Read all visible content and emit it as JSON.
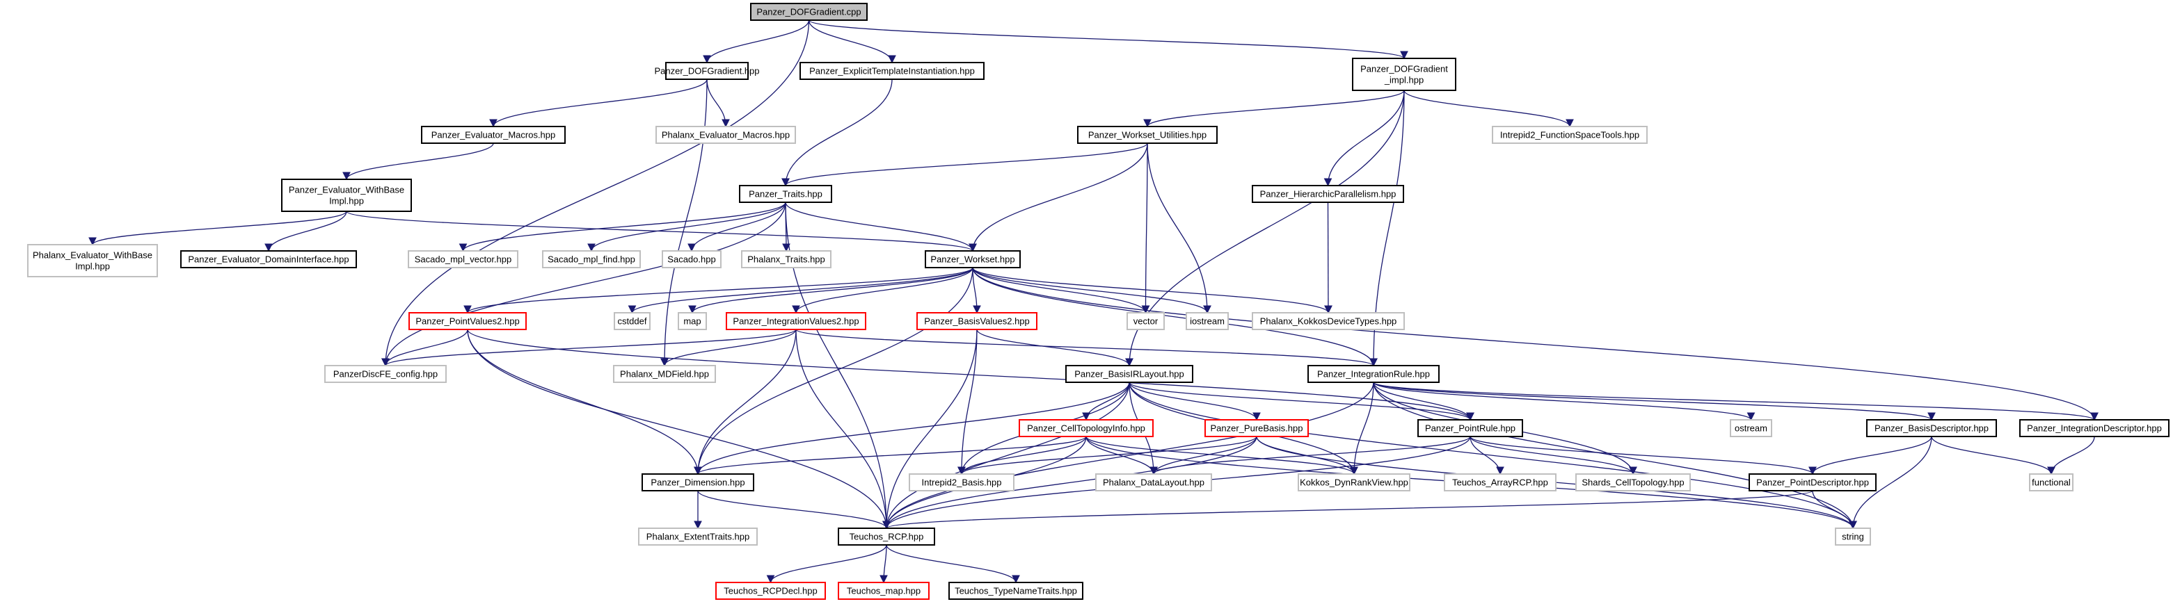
{
  "colors": {
    "edge": "#191970",
    "border_defined": "#000000",
    "border_undocumented": "#ff0000",
    "border_external": "#bfbfbf",
    "root_fill": "#bfbfbf",
    "text": "#000000",
    "text_external": "#000000"
  },
  "nodes": [
    {
      "id": "root",
      "lines": [
        "Panzer_DOFGradient.cpp"
      ],
      "style": "root"
    },
    {
      "id": "dofgrad_hpp",
      "lines": [
        "Panzer_DOFGradient.hpp"
      ],
      "style": "defined"
    },
    {
      "id": "explicit",
      "lines": [
        "Panzer_ExplicitTemplateInstantiation.hpp"
      ],
      "style": "defined"
    },
    {
      "id": "dofgrad_impl",
      "lines": [
        "Panzer_DOFGradient",
        "_impl.hpp"
      ],
      "style": "defined"
    },
    {
      "id": "eval_macros",
      "lines": [
        "Panzer_Evaluator_Macros.hpp"
      ],
      "style": "defined"
    },
    {
      "id": "phalanx_eval_macros",
      "lines": [
        "Phalanx_Evaluator_Macros.hpp"
      ],
      "style": "external"
    },
    {
      "id": "workset_utils",
      "lines": [
        "Panzer_Workset_Utilities.hpp"
      ],
      "style": "defined"
    },
    {
      "id": "intrepid2_fst",
      "lines": [
        "Intrepid2_FunctionSpaceTools.hpp"
      ],
      "style": "external"
    },
    {
      "id": "eval_withbase",
      "lines": [
        "Panzer_Evaluator_WithBase",
        "Impl.hpp"
      ],
      "style": "defined"
    },
    {
      "id": "traits",
      "lines": [
        "Panzer_Traits.hpp"
      ],
      "style": "defined"
    },
    {
      "id": "hier_par",
      "lines": [
        "Panzer_HierarchicParallelism.hpp"
      ],
      "style": "defined"
    },
    {
      "id": "phalanx_eval_withbase",
      "lines": [
        "Phalanx_Evaluator_WithBase",
        "Impl.hpp"
      ],
      "style": "external"
    },
    {
      "id": "eval_domain",
      "lines": [
        "Panzer_Evaluator_DomainInterface.hpp"
      ],
      "style": "defined"
    },
    {
      "id": "sacado_vector",
      "lines": [
        "Sacado_mpl_vector.hpp"
      ],
      "style": "external"
    },
    {
      "id": "sacado_find",
      "lines": [
        "Sacado_mpl_find.hpp"
      ],
      "style": "external"
    },
    {
      "id": "sacado",
      "lines": [
        "Sacado.hpp"
      ],
      "style": "external"
    },
    {
      "id": "phalanx_traits",
      "lines": [
        "Phalanx_Traits.hpp"
      ],
      "style": "external"
    },
    {
      "id": "workset",
      "lines": [
        "Panzer_Workset.hpp"
      ],
      "style": "defined"
    },
    {
      "id": "pointvalues2",
      "lines": [
        "Panzer_PointValues2.hpp"
      ],
      "style": "undocumented"
    },
    {
      "id": "cstddef",
      "lines": [
        "cstddef"
      ],
      "style": "external"
    },
    {
      "id": "map",
      "lines": [
        "map"
      ],
      "style": "external"
    },
    {
      "id": "intvalues2",
      "lines": [
        "Panzer_IntegrationValues2.hpp"
      ],
      "style": "undocumented"
    },
    {
      "id": "basisvalues2",
      "lines": [
        "Panzer_BasisValues2.hpp"
      ],
      "style": "undocumented"
    },
    {
      "id": "vector",
      "lines": [
        "vector"
      ],
      "style": "external"
    },
    {
      "id": "iostream",
      "lines": [
        "iostream"
      ],
      "style": "external"
    },
    {
      "id": "kokkos_dev",
      "lines": [
        "Phalanx_KokkosDeviceTypes.hpp"
      ],
      "style": "external"
    },
    {
      "id": "discfe",
      "lines": [
        "PanzerDiscFE_config.hpp"
      ],
      "style": "external"
    },
    {
      "id": "mdfield",
      "lines": [
        "Phalanx_MDField.hpp"
      ],
      "style": "external"
    },
    {
      "id": "basisir",
      "lines": [
        "Panzer_BasisIRLayout.hpp"
      ],
      "style": "defined"
    },
    {
      "id": "intrule",
      "lines": [
        "Panzer_IntegrationRule.hpp"
      ],
      "style": "defined"
    },
    {
      "id": "ostream",
      "lines": [
        "ostream"
      ],
      "style": "external"
    },
    {
      "id": "basisdesc",
      "lines": [
        "Panzer_BasisDescriptor.hpp"
      ],
      "style": "defined"
    },
    {
      "id": "intdesc",
      "lines": [
        "Panzer_IntegrationDescriptor.hpp"
      ],
      "style": "defined"
    },
    {
      "id": "celltopo",
      "lines": [
        "Panzer_CellTopologyInfo.hpp"
      ],
      "style": "undocumented"
    },
    {
      "id": "purebasis",
      "lines": [
        "Panzer_PureBasis.hpp"
      ],
      "style": "undocumented"
    },
    {
      "id": "pointrule",
      "lines": [
        "Panzer_PointRule.hpp"
      ],
      "style": "defined"
    },
    {
      "id": "dimension",
      "lines": [
        "Panzer_Dimension.hpp"
      ],
      "style": "defined"
    },
    {
      "id": "intrepid2_basis",
      "lines": [
        "Intrepid2_Basis.hpp"
      ],
      "style": "external"
    },
    {
      "id": "datalayout",
      "lines": [
        "Phalanx_DataLayout.hpp"
      ],
      "style": "external"
    },
    {
      "id": "dynrank",
      "lines": [
        "Kokkos_DynRankView.hpp"
      ],
      "style": "external"
    },
    {
      "id": "arrayrcp",
      "lines": [
        "Teuchos_ArrayRCP.hpp"
      ],
      "style": "external"
    },
    {
      "id": "shards",
      "lines": [
        "Shards_CellTopology.hpp"
      ],
      "style": "external"
    },
    {
      "id": "pointdesc",
      "lines": [
        "Panzer_PointDescriptor.hpp"
      ],
      "style": "defined"
    },
    {
      "id": "functional",
      "lines": [
        "functional"
      ],
      "style": "external"
    },
    {
      "id": "extent",
      "lines": [
        "Phalanx_ExtentTraits.hpp"
      ],
      "style": "external"
    },
    {
      "id": "rcp",
      "lines": [
        "Teuchos_RCP.hpp"
      ],
      "style": "defined"
    },
    {
      "id": "string",
      "lines": [
        "string"
      ],
      "style": "external"
    },
    {
      "id": "rcpdecl",
      "lines": [
        "Teuchos_RCPDecl.hpp"
      ],
      "style": "undocumented"
    },
    {
      "id": "tmap",
      "lines": [
        "Teuchos_map.hpp"
      ],
      "style": "undocumented"
    },
    {
      "id": "typename",
      "lines": [
        "Teuchos_TypeNameTraits.hpp"
      ],
      "style": "defined"
    }
  ],
  "edges": [
    [
      "root",
      "dofgrad_hpp"
    ],
    [
      "root",
      "explicit"
    ],
    [
      "root",
      "dofgrad_impl"
    ],
    [
      "root",
      "discfe"
    ],
    [
      "dofgrad_hpp",
      "eval_macros"
    ],
    [
      "dofgrad_hpp",
      "phalanx_eval_macros"
    ],
    [
      "dofgrad_hpp",
      "mdfield"
    ],
    [
      "explicit",
      "traits"
    ],
    [
      "dofgrad_impl",
      "workset_utils"
    ],
    [
      "dofgrad_impl",
      "intrepid2_fst"
    ],
    [
      "dofgrad_impl",
      "hier_par"
    ],
    [
      "dofgrad_impl",
      "basisir"
    ],
    [
      "dofgrad_impl",
      "intrule"
    ],
    [
      "eval_macros",
      "eval_withbase"
    ],
    [
      "eval_withbase",
      "phalanx_eval_withbase"
    ],
    [
      "eval_withbase",
      "eval_domain"
    ],
    [
      "eval_withbase",
      "workset"
    ],
    [
      "workset_utils",
      "traits"
    ],
    [
      "workset_utils",
      "workset"
    ],
    [
      "workset_utils",
      "vector"
    ],
    [
      "workset_utils",
      "iostream"
    ],
    [
      "hier_par",
      "kokkos_dev"
    ],
    [
      "traits",
      "discfe"
    ],
    [
      "traits",
      "sacado_vector"
    ],
    [
      "traits",
      "sacado_find"
    ],
    [
      "traits",
      "sacado"
    ],
    [
      "traits",
      "phalanx_traits"
    ],
    [
      "traits",
      "workset"
    ],
    [
      "traits",
      "rcp"
    ],
    [
      "workset",
      "pointvalues2"
    ],
    [
      "workset",
      "cstddef"
    ],
    [
      "workset",
      "map"
    ],
    [
      "workset",
      "intvalues2"
    ],
    [
      "workset",
      "basisvalues2"
    ],
    [
      "workset",
      "vector"
    ],
    [
      "workset",
      "iostream"
    ],
    [
      "workset",
      "kokkos_dev"
    ],
    [
      "workset",
      "dimension"
    ],
    [
      "workset",
      "intrule"
    ],
    [
      "workset",
      "intdesc"
    ],
    [
      "pointvalues2",
      "discfe"
    ],
    [
      "pointvalues2",
      "dimension"
    ],
    [
      "pointvalues2",
      "rcp"
    ],
    [
      "pointvalues2",
      "pointrule"
    ],
    [
      "intvalues2",
      "discfe"
    ],
    [
      "intvalues2",
      "mdfield"
    ],
    [
      "intvalues2",
      "dimension"
    ],
    [
      "intvalues2",
      "rcp"
    ],
    [
      "intvalues2",
      "intrule"
    ],
    [
      "basisvalues2",
      "basisir"
    ],
    [
      "basisvalues2",
      "intrepid2_basis"
    ],
    [
      "basisvalues2",
      "rcp"
    ],
    [
      "basisir",
      "celltopo"
    ],
    [
      "basisir",
      "purebasis"
    ],
    [
      "basisir",
      "dimension"
    ],
    [
      "basisir",
      "intrepid2_basis"
    ],
    [
      "basisir",
      "datalayout"
    ],
    [
      "basisir",
      "dynrank"
    ],
    [
      "basisir",
      "rcp"
    ],
    [
      "basisir",
      "string"
    ],
    [
      "basisir",
      "pointrule"
    ],
    [
      "intrule",
      "pointrule"
    ],
    [
      "intrule",
      "ostream"
    ],
    [
      "intrule",
      "basisdesc"
    ],
    [
      "intrule",
      "intdesc"
    ],
    [
      "intrule",
      "shards"
    ],
    [
      "intrule",
      "dynrank"
    ],
    [
      "intrule",
      "rcp"
    ],
    [
      "intrule",
      "string"
    ],
    [
      "celltopo",
      "dimension"
    ],
    [
      "celltopo",
      "intrepid2_basis"
    ],
    [
      "celltopo",
      "datalayout"
    ],
    [
      "celltopo",
      "dynrank"
    ],
    [
      "celltopo",
      "rcp"
    ],
    [
      "celltopo",
      "string"
    ],
    [
      "purebasis",
      "intrepid2_basis"
    ],
    [
      "purebasis",
      "datalayout"
    ],
    [
      "purebasis",
      "dynrank"
    ],
    [
      "purebasis",
      "rcp"
    ],
    [
      "purebasis",
      "string"
    ],
    [
      "pointrule",
      "datalayout"
    ],
    [
      "pointrule",
      "arrayrcp"
    ],
    [
      "pointrule",
      "shards"
    ],
    [
      "pointrule",
      "pointdesc"
    ],
    [
      "pointrule",
      "rcp"
    ],
    [
      "basisdesc",
      "pointdesc"
    ],
    [
      "basisdesc",
      "functional"
    ],
    [
      "basisdesc",
      "string"
    ],
    [
      "intdesc",
      "functional"
    ],
    [
      "pointdesc",
      "rcp"
    ],
    [
      "pointdesc",
      "string"
    ],
    [
      "dimension",
      "extent"
    ],
    [
      "dimension",
      "rcp"
    ],
    [
      "rcp",
      "rcpdecl"
    ],
    [
      "rcp",
      "tmap"
    ],
    [
      "rcp",
      "typename"
    ]
  ]
}
